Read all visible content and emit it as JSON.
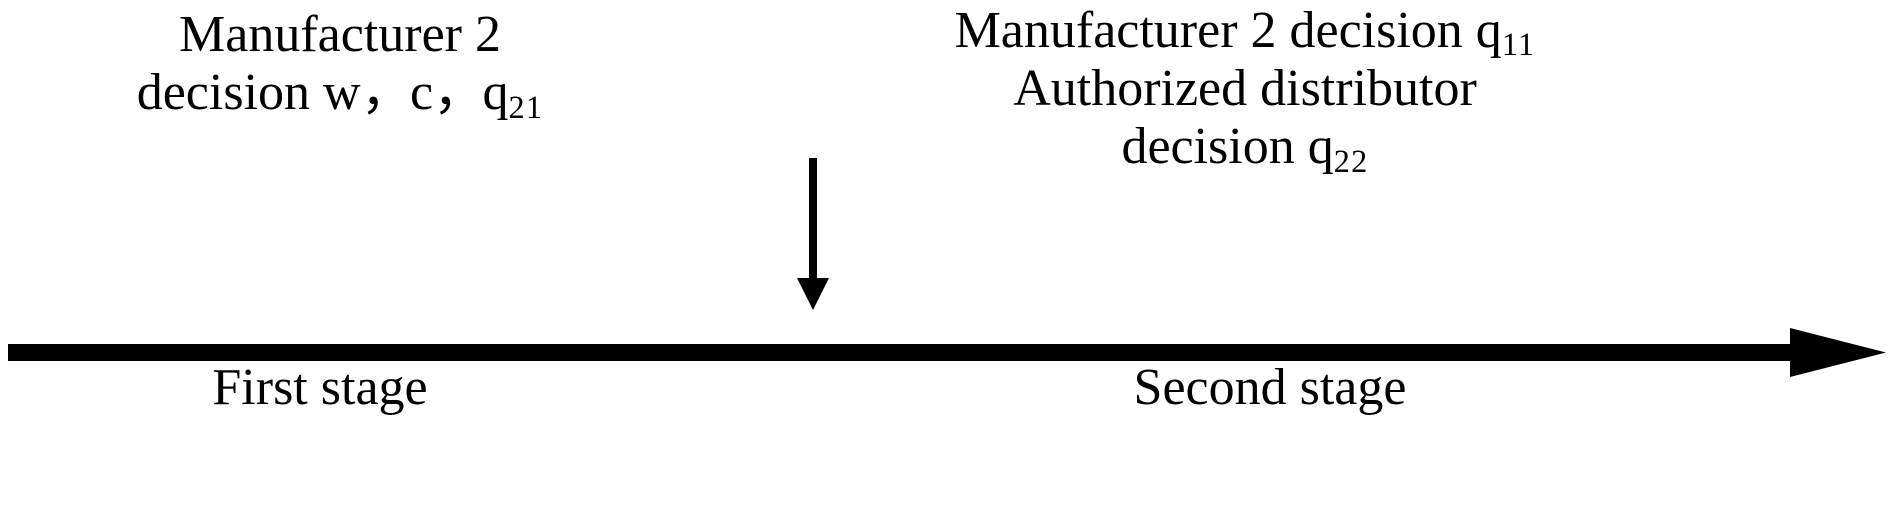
{
  "diagram": {
    "type": "two-stage game timeline",
    "background_color": "#ffffff",
    "stroke_color": "#000000"
  },
  "left_caption": {
    "line1": "Manufacturer 2",
    "line2_prefix": "decision w",
    "comma1": "，",
    "var2": "c",
    "comma2": "，",
    "var3_base": "q",
    "var3_sub": "21"
  },
  "right_caption": {
    "line1_text": "Manufacturer 2 decision q",
    "line1_sub": "11",
    "line2": "Authorized distributor",
    "line3_text": "decision q",
    "line3_sub": "22"
  },
  "axis": {
    "first_stage_label": "First stage",
    "second_stage_label": "Second stage"
  },
  "icons": {
    "down_arrow": "down-arrow-icon",
    "timeline_arrow": "right-arrow-icon"
  }
}
